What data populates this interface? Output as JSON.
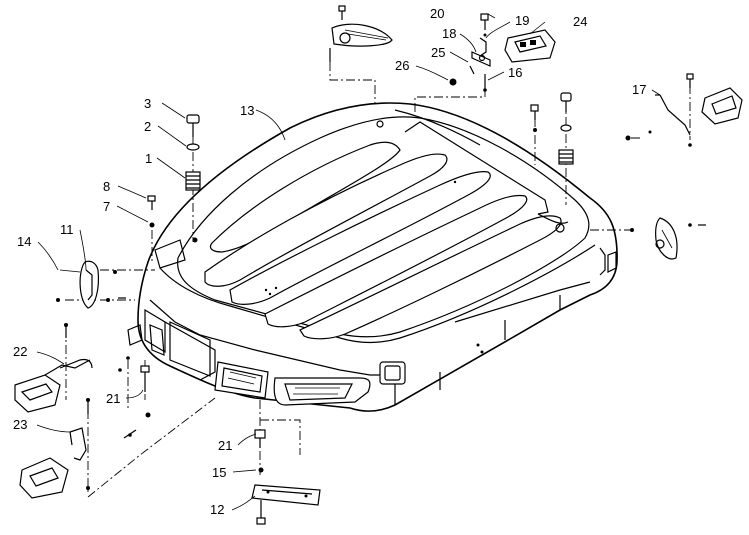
{
  "callouts": [
    {
      "id": "c1",
      "text": "1"
    },
    {
      "id": "c2",
      "text": "2"
    },
    {
      "id": "c3",
      "text": "3"
    },
    {
      "id": "c7",
      "text": "7"
    },
    {
      "id": "c8",
      "text": "8"
    },
    {
      "id": "c11",
      "text": "11"
    },
    {
      "id": "c12",
      "text": "12"
    },
    {
      "id": "c13",
      "text": "13"
    },
    {
      "id": "c14",
      "text": "14"
    },
    {
      "id": "c15",
      "text": "15"
    },
    {
      "id": "c16",
      "text": "16"
    },
    {
      "id": "c17",
      "text": "17"
    },
    {
      "id": "c18",
      "text": "18"
    },
    {
      "id": "c19",
      "text": "19"
    },
    {
      "id": "c20",
      "text": "20"
    },
    {
      "id": "c21a",
      "text": "21"
    },
    {
      "id": "c21b",
      "text": "21"
    },
    {
      "id": "c22",
      "text": "22"
    },
    {
      "id": "c23",
      "text": "23"
    },
    {
      "id": "c24",
      "text": "24"
    },
    {
      "id": "c25",
      "text": "25"
    },
    {
      "id": "c26",
      "text": "26"
    }
  ]
}
